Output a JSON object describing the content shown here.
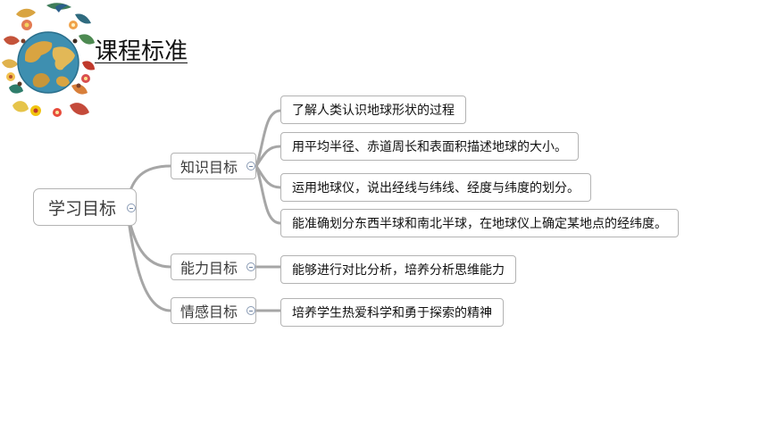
{
  "page": {
    "title": "课程标准"
  },
  "colors": {
    "connector": "#a6a6a6",
    "node_border": "#b3b3b3",
    "collapse_ring": "#8a9bb4"
  },
  "icons": [
    "decorative-globe-bouquet-icon",
    "collapse-icon"
  ],
  "mindmap": {
    "root": "学习目标",
    "branches": [
      {
        "label": "知识目标",
        "items": [
          "了解人类认识地球形状的过程",
          "用平均半径、赤道周长和表面积描述地球的大小。",
          "运用地球仪，说出经线与纬线、经度与纬度的划分。",
          "能准确划分东西半球和南北半球，在地球仪上确定某地点的经纬度。"
        ]
      },
      {
        "label": "能力目标",
        "items": [
          "能够进行对比分析，培养分析思维能力"
        ]
      },
      {
        "label": "情感目标",
        "items": [
          "培养学生热爱科学和勇于探索的精神"
        ]
      }
    ]
  }
}
